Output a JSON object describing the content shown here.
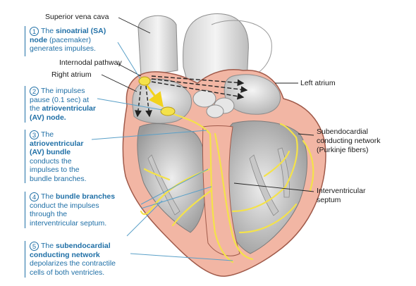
{
  "labels": {
    "superior_vena_cava": "Superior vena cava",
    "internodal_pathway": "Internodal pathway",
    "right_atrium": "Right atrium",
    "left_atrium": "Left atrium",
    "subendocardial_1": "Subendocardial",
    "subendocardial_2": "conducting network",
    "subendocardial_3": "(Purkinje fibers)",
    "interventricular_1": "Interventricular",
    "interventricular_2": "septum"
  },
  "steps": [
    {
      "num": "1",
      "lines": [
        {
          "pre": "The ",
          "bold": "sinoatrial (SA)",
          "post": ""
        },
        {
          "pre": "",
          "bold": "node",
          "post": " (pacemaker)"
        },
        {
          "pre": "generates impulses.",
          "bold": "",
          "post": ""
        }
      ]
    },
    {
      "num": "2",
      "lines": [
        {
          "pre": "The impulses",
          "bold": "",
          "post": ""
        },
        {
          "pre": "pause (0.1 sec) at",
          "bold": "",
          "post": ""
        },
        {
          "pre": "the ",
          "bold": "atrioventricular",
          "post": ""
        },
        {
          "pre": "",
          "bold": "(AV) node.",
          "post": ""
        }
      ]
    },
    {
      "num": "3",
      "lines": [
        {
          "pre": "The",
          "bold": "",
          "post": ""
        },
        {
          "pre": "",
          "bold": "atrioventricular",
          "post": ""
        },
        {
          "pre": "",
          "bold": "(AV) bundle",
          "post": ""
        },
        {
          "pre": "conducts the",
          "bold": "",
          "post": ""
        },
        {
          "pre": "impulses to the",
          "bold": "",
          "post": ""
        },
        {
          "pre": "bundle branches.",
          "bold": "",
          "post": ""
        }
      ]
    },
    {
      "num": "4",
      "lines": [
        {
          "pre": "The ",
          "bold": "bundle branches",
          "post": ""
        },
        {
          "pre": "conduct the impulses",
          "bold": "",
          "post": ""
        },
        {
          "pre": "through the",
          "bold": "",
          "post": ""
        },
        {
          "pre": "interventricular septum.",
          "bold": "",
          "post": ""
        }
      ]
    },
    {
      "num": "5",
      "lines": [
        {
          "pre": "The ",
          "bold": "subendocardial",
          "post": ""
        },
        {
          "pre": "",
          "bold": "conducting network",
          "post": ""
        },
        {
          "pre": "depolarizes the contractile",
          "bold": "",
          "post": ""
        },
        {
          "pre": "cells of both ventricles.",
          "bold": "",
          "post": ""
        }
      ]
    }
  ],
  "colors": {
    "step_text": "#1f6fa6",
    "muscle": "#f2b6a4",
    "inner_wall": "#d9d9d9",
    "conduction": "#f4e24a",
    "leader": "#5aa0c8"
  }
}
